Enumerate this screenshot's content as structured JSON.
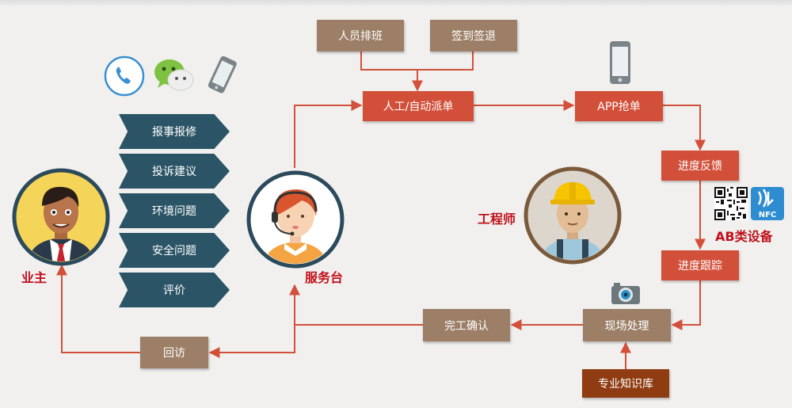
{
  "roles": {
    "owner": "业主",
    "service_desk": "服务台",
    "engineer": "工程师",
    "ab_device": "AB类设备"
  },
  "categories": [
    "报事报修",
    "投诉建议",
    "环境问题",
    "安全问题",
    "评价"
  ],
  "nodes": {
    "staff_schedule": "人员排班",
    "checkin": "签到签退",
    "dispatch": "人工/自动派单",
    "app_grab": "APP抢单",
    "progress_feedback": "进度反馈",
    "progress_tracking": "进度跟踪",
    "onsite": "现场处理",
    "complete": "完工确认",
    "revisit": "回访",
    "knowledge": "专业知识库"
  },
  "badges": {
    "nfc": "NFC"
  },
  "icons": [
    "phone-icon",
    "wechat-icon",
    "mobile-icon",
    "camera-icon",
    "qr-code-icon",
    "nfc-icon"
  ],
  "colors": {
    "red_box": "#d2503a",
    "tan_box": "#9c7f66",
    "brown_box": "#8f3c12",
    "chevron": "#2b5566",
    "role_text": "#c0101a"
  }
}
